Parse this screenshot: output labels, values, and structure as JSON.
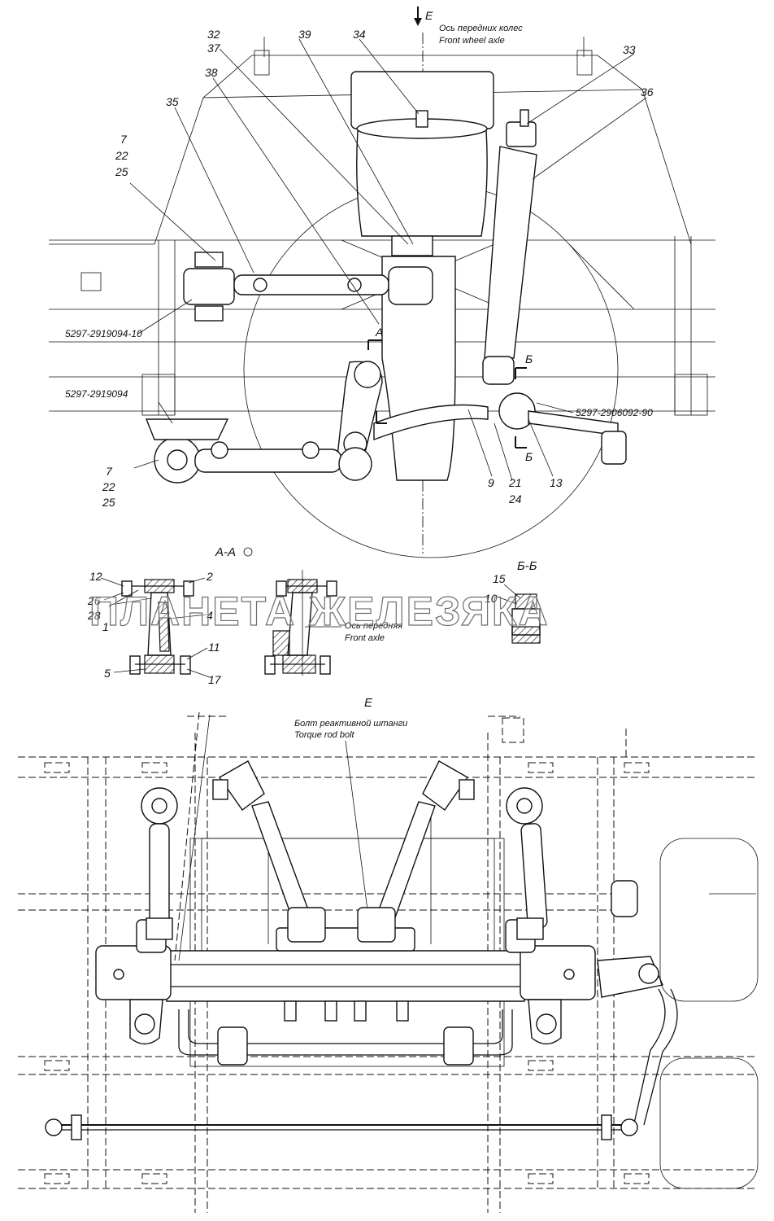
{
  "view_e": {
    "arrow_label": "E",
    "axle_note_ru": "Ось передних колес",
    "axle_note_en": "Front wheel axle",
    "section_a_mark": "A",
    "section_b_mark": "Б",
    "section_b_mark_lower": "Б",
    "callouts": {
      "c32_37_a": "32",
      "c32_37_b": "37",
      "c39": "39",
      "c34": "34",
      "c33": "33",
      "c36": "36",
      "c38": "38",
      "c35": "35",
      "c7_22_25_top_a": "7",
      "c7_22_25_top_b": "22",
      "c7_22_25_top_c": "25",
      "c7_22_25_bot_a": "7",
      "c7_22_25_bot_b": "22",
      "c7_22_25_bot_c": "25",
      "c9": "9",
      "c21": "21",
      "c24": "24",
      "c13": "13"
    },
    "part_numbers": {
      "pn1": "5297-2919094-10",
      "pn2": "5297-2919094",
      "pn3": "5297-2906092-90"
    }
  },
  "section_aa": {
    "title": "А-А",
    "callouts": {
      "c12": "12",
      "c26": "26",
      "c28": "28",
      "c1": "1",
      "c2": "2",
      "c4": "4",
      "c11": "11",
      "c5": "5",
      "c17": "17"
    },
    "axle_note_ru": "Ось передняя",
    "axle_note_en": "Front axle"
  },
  "section_bb": {
    "title": "Б-Б",
    "callouts": {
      "c15": "15",
      "c10": "10"
    }
  },
  "view_bottom": {
    "title": "E",
    "bolt_note_ru": "Болт реактивной штанги",
    "bolt_note_en": "Torque rod bolt"
  },
  "watermark": "ПЛАНЕТА ЖЕЛЕЗЯКА"
}
